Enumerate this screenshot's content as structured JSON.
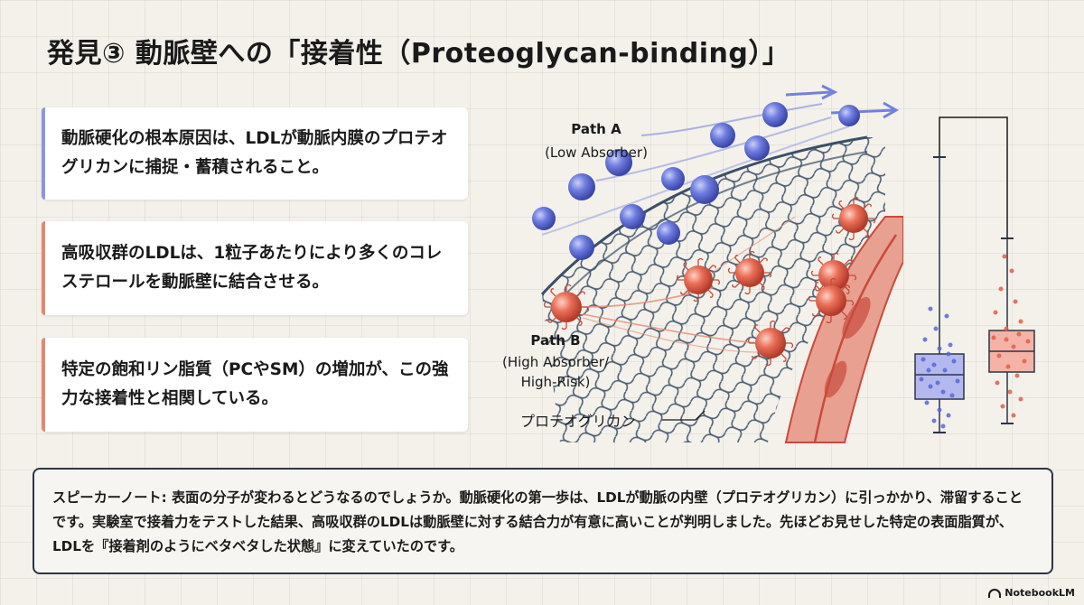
{
  "title": "発見③ 動脈壁への「接着性（Proteoglycan-binding）」",
  "cards": [
    {
      "text": "動脈硬化の根本原因は、LDLが動脈内膜のプロテオグリカンに捕捉・蓄積されること。",
      "accent": "#8c95de"
    },
    {
      "text": "高吸収群のLDLは、1粒子あたりにより多くのコレステロールを動脈壁に結合させる。",
      "accent": "#e58770"
    },
    {
      "text": "特定の飽和リン脂質（PCやSM）の増加が、この強力な接着性と相関している。",
      "accent": "#e58770"
    }
  ],
  "diagram": {
    "path_a_title": "Path A",
    "path_a_sub": "(Low Absorber)",
    "path_b_title": "Path B",
    "path_b_sub1": "(High Absorber/",
    "path_b_sub2": "High-Risk)",
    "proteoglycan_label": "プロテオグリカン",
    "colors": {
      "blue_particle": "#5a68d6",
      "red_particle": "#e0604a",
      "mesh": "#3b4f66",
      "wall": "#c94a3c"
    }
  },
  "note": {
    "lead": "スピーカーノート:",
    "body": " 表面の分子が変わるとどうなるのでしょうか。動脈硬化の第一歩は、LDLが動脈の内壁（プロテオグリカン）に引っかかり、滞留することです。実験室で接着力をテストした結果、高吸収群のLDLは動脈壁に対する結合力が有意に高いことが判明しました。先ほどお見せした特定の表面脂質が、LDLを『接着剤のようにベタベタした状態』に変えていたのです。"
  },
  "brand": "NotebookLM"
}
